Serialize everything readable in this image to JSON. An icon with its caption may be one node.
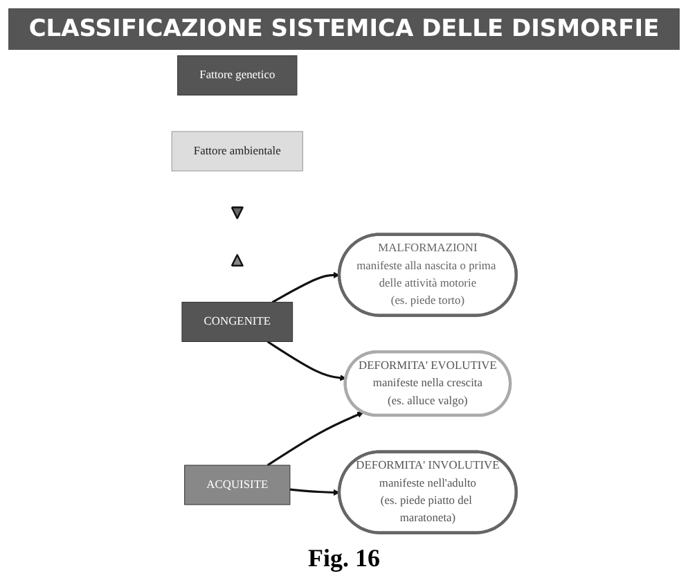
{
  "diagram": {
    "title": "CLASSIFICAZIONE SISTEMICA DELLE DISMORFIE",
    "caption": "Fig. 16",
    "nodes": [
      {
        "text": [
          "Fattore genetico"
        ]
      },
      {
        "text": [
          "Fattore ambientale"
        ]
      },
      {
        "text": [],
        "shape": "triangle"
      },
      {
        "text": [],
        "shape": "triangle"
      },
      {
        "text": [
          "CONGENITE"
        ]
      },
      {
        "text": [
          "ACQUISITE"
        ]
      },
      {
        "text": [
          "MALFORMAZIONI",
          "manifeste alla nascita o prima delle attività motorie",
          "(es. piede torto)"
        ]
      },
      {
        "text": [
          "DEFORMITA' EVOLUTIVE",
          "manifeste nella crescita",
          "(es. alluce valgo)"
        ]
      },
      {
        "text": [
          "DEFORMITA' INVOLUTIVE",
          "manifeste nell'adulto",
          "(es. piede piatto del maratoneta)"
        ]
      }
    ],
    "edges": [
      {
        "from": 4,
        "to": 6,
        "arrow": "to"
      },
      {
        "from": 4,
        "to": 7,
        "arrow": "to"
      },
      {
        "from": 5,
        "to": 7,
        "arrow": "to"
      },
      {
        "from": 5,
        "to": 8,
        "arrow": "to"
      }
    ]
  }
}
